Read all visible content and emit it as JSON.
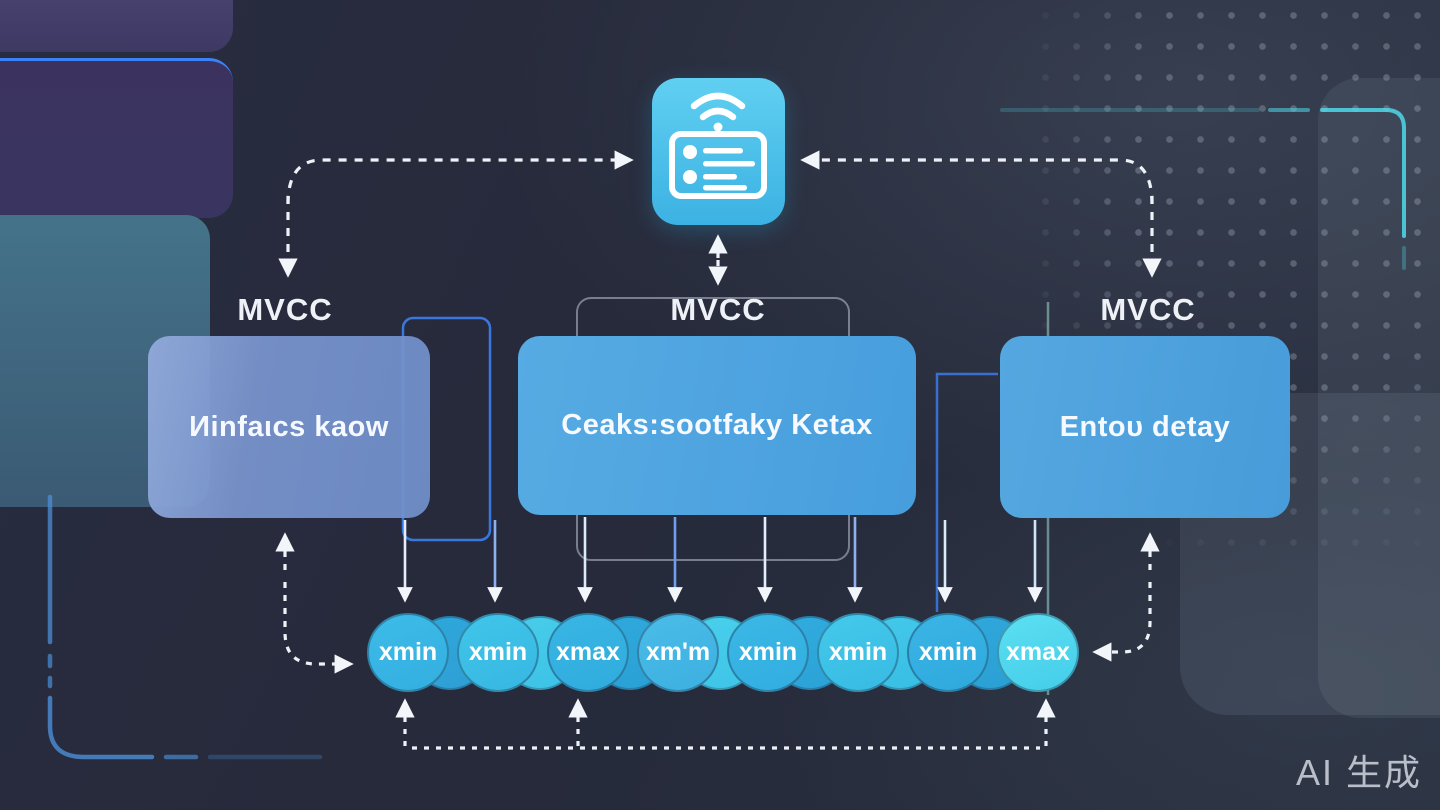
{
  "diagram": {
    "top_icon": {
      "name": "smart-card-device",
      "icons": [
        "wifi-icon",
        "card-list-icon"
      ]
    },
    "mvcc_labels": [
      {
        "text": "MVCC"
      },
      {
        "text": "MVCC"
      },
      {
        "text": "MVCC"
      }
    ],
    "boxes": [
      {
        "text": "Иinfaιcs kaow"
      },
      {
        "text": "Ceaks:sootfaky Ketax"
      },
      {
        "text": "Entoυ detay"
      }
    ],
    "circles": [
      {
        "label": "xmin"
      },
      {
        "label": "xmin"
      },
      {
        "label": "xmax"
      },
      {
        "label": "xm'm"
      },
      {
        "label": "xmin"
      },
      {
        "label": "xmin"
      },
      {
        "label": "xmin"
      },
      {
        "label": "xmax"
      }
    ]
  },
  "watermark": {
    "text": "AI 生成"
  },
  "colors": {
    "background": "#272b3c",
    "accent_cyan": "#4fd9ea",
    "accent_blue": "#3b82f6",
    "icon_fill": "#4cc2ea",
    "box_left": "#7a96d0",
    "box_center": "#4fa4df",
    "box_right": "#4fa1dc",
    "circle_blue": "#38b4e4",
    "circle_cyan": "#45cdea",
    "circle_light": "#55dbef",
    "arrow_white": "#eef2f8"
  }
}
